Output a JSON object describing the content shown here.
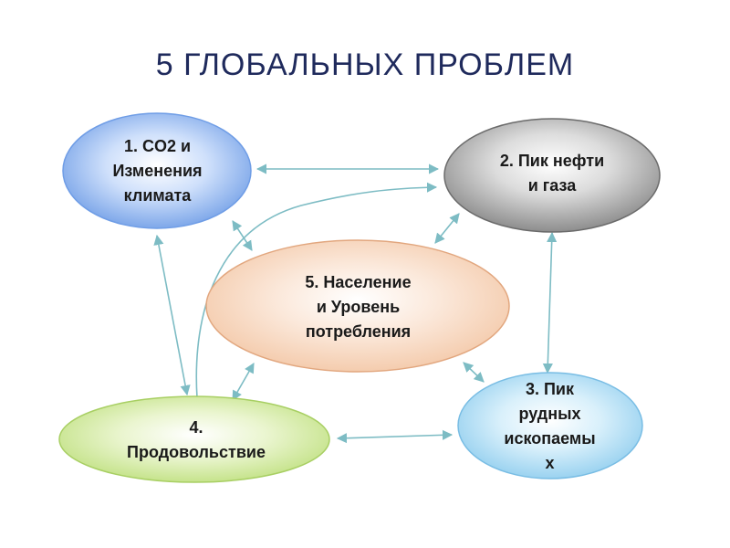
{
  "title": "5 ГЛОБАЛЬНЫХ ПРОБЛЕМ",
  "nodes": {
    "co2": {
      "lines": [
        "1. CO2 и",
        "Изменения",
        "климата"
      ],
      "fill": "#7ea7e8"
    },
    "oil": {
      "lines": [
        "2. Пик нефти",
        "и газа"
      ],
      "fill": "#9c9c9c"
    },
    "ore": {
      "lines": [
        "3. Пик",
        "рудных",
        "ископаемы",
        "х"
      ],
      "fill": "#a9d9f2"
    },
    "food": {
      "lines": [
        "4.",
        "Продовольствие"
      ],
      "fill": "#cfe89a"
    },
    "population": {
      "lines": [
        "5. Население",
        "и Уровень",
        "потребления"
      ],
      "fill": "#f6d3ba"
    }
  },
  "colors": {
    "arrow": "#7dbcc4",
    "title": "#1f2a5c"
  }
}
